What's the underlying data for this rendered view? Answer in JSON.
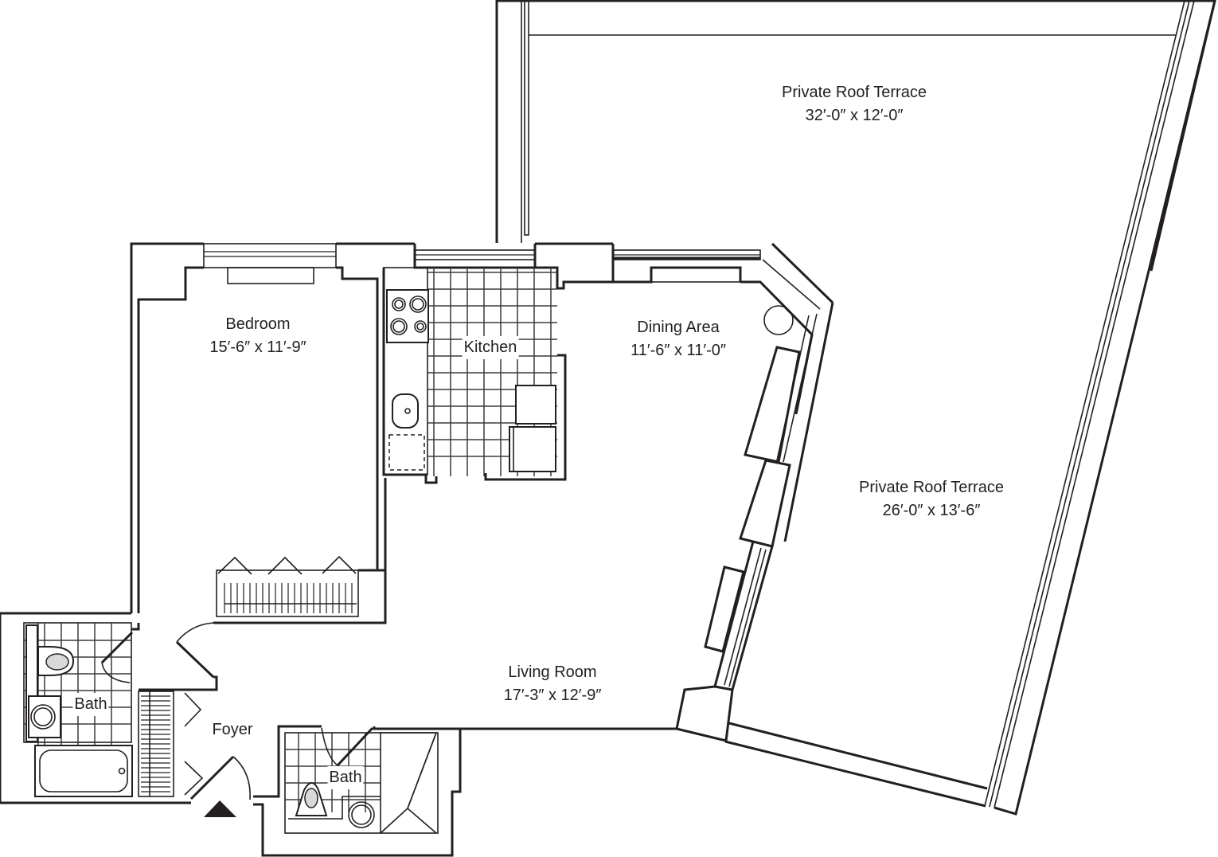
{
  "plan": {
    "type": "apartment floor plan",
    "colors": {
      "line": "#231f20",
      "background": "#ffffff",
      "fixture_fill": "#d9d9d9"
    },
    "entry_marker": "triangle-up",
    "rooms": [
      {
        "id": "roof-terrace-north",
        "name": "Private Roof Terrace",
        "dimensions": "32′-0″ x 12′-0″"
      },
      {
        "id": "bedroom",
        "name": "Bedroom",
        "dimensions": "15′-6″ x 11′-9″"
      },
      {
        "id": "kitchen",
        "name": "Kitchen"
      },
      {
        "id": "dining-area",
        "name": "Dining Area",
        "dimensions": "11′-6″ x 11′-0″"
      },
      {
        "id": "roof-terrace-east",
        "name": "Private Roof Terrace",
        "dimensions": "26′-0″ x 13′-6″"
      },
      {
        "id": "living-room",
        "name": "Living Room",
        "dimensions": "17′-3″ x 12′-9″"
      },
      {
        "id": "bath-west",
        "name": "Bath"
      },
      {
        "id": "foyer",
        "name": "Foyer"
      },
      {
        "id": "bath-south",
        "name": "Bath"
      }
    ]
  }
}
